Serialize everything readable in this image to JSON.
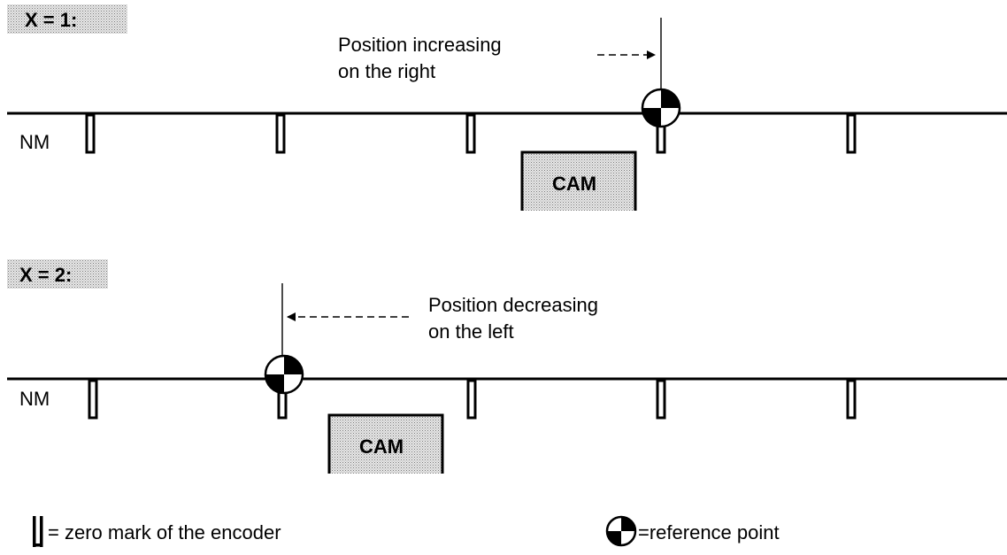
{
  "colors": {
    "line": "#000000",
    "hatch_fill": "#c8c8c8",
    "background": "#ffffff"
  },
  "scenarios": [
    {
      "tag": "X = 1:",
      "direction_label_line1": "Position increasing",
      "direction_label_line2": "on the right",
      "track_label": "NM",
      "cam_label": "CAM",
      "arrow_direction": "right"
    },
    {
      "tag": "X = 2:",
      "direction_label_line1": "Position decreasing",
      "direction_label_line2": "on the left",
      "track_label": "NM",
      "cam_label": "CAM",
      "arrow_direction": "left"
    }
  ],
  "legend": {
    "zero_mark_text": "= zero mark of the encoder",
    "reference_point_text": "=reference point",
    "zero_mark_icon": "zero-mark-icon",
    "reference_point_icon": "reference-point-icon"
  }
}
